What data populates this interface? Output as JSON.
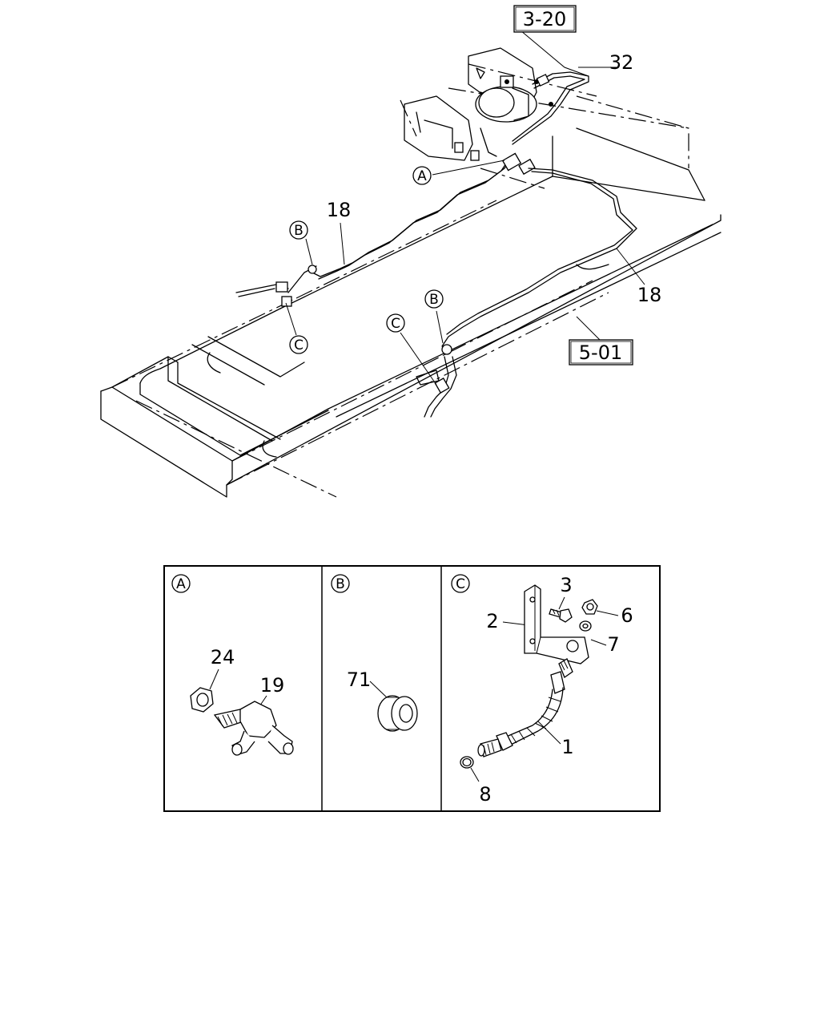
{
  "diagram": {
    "refs": {
      "ref_3_20": "3-20",
      "ref_5_01": "5-01"
    },
    "callouts": {
      "n32": "32",
      "n18_top": "18",
      "n18_right": "18",
      "n24": "24",
      "n19": "19",
      "n71": "71",
      "n3": "3",
      "n6": "6",
      "n2": "2",
      "n7": "7",
      "n1": "1",
      "n8": "8"
    },
    "markers": {
      "A": "A",
      "B": "B",
      "C": "C"
    },
    "detail_panels": [
      {
        "marker": "A"
      },
      {
        "marker": "B"
      },
      {
        "marker": "C"
      }
    ]
  }
}
